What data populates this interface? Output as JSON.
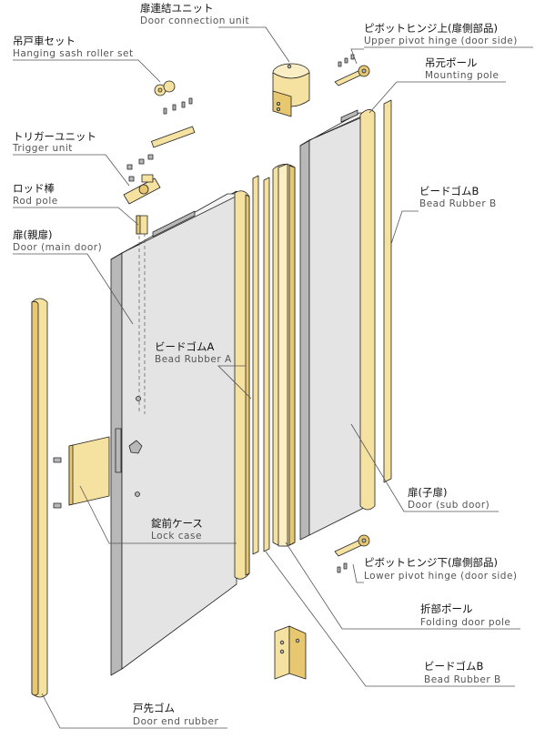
{
  "labels": {
    "door_connection_unit": {
      "ja": "扉連結ユニット",
      "en": "Door connection unit"
    },
    "upper_pivot_hinge": {
      "ja": "ピボットヒンジ上(扉側部品)",
      "en": "Upper pivot hinge (door side)"
    },
    "hanging_sash_roller": {
      "ja": "吊戸車セット",
      "en": "Hanging sash roller set"
    },
    "mounting_pole": {
      "ja": "吊元ポール",
      "en": "Mounting pole"
    },
    "trigger_unit": {
      "ja": "トリガーユニット",
      "en": "Trigger unit"
    },
    "bead_rubber_b_upper": {
      "ja": "ビードゴムB",
      "en": "Bead Rubber B"
    },
    "rod_pole": {
      "ja": "ロッド棒",
      "en": "Rod pole"
    },
    "main_door": {
      "ja": "扉(親扉)",
      "en": "Door (main door)"
    },
    "bead_rubber_a": {
      "ja": "ビードゴムA",
      "en": "Bead Rubber A"
    },
    "sub_door": {
      "ja": "扉(子扉)",
      "en": "Door (sub door)"
    },
    "lock_case": {
      "ja": "錠前ケース",
      "en": "Lock case"
    },
    "lower_pivot_hinge": {
      "ja": "ピボットヒンジ下(扉側部品)",
      "en": "Lower pivot hinge (door side)"
    },
    "folding_door_pole": {
      "ja": "折部ポール",
      "en": "Folding door pole"
    },
    "bead_rubber_b_lower": {
      "ja": "ビードゴムB",
      "en": "Bead Rubber B"
    },
    "door_end_rubber": {
      "ja": "戸先ゴム",
      "en": "Door end rubber"
    }
  },
  "colors": {
    "gold": "#f5e1a0",
    "gold_dark": "#e7c870",
    "door_grey": "#e4e4e4",
    "line": "#222222"
  }
}
